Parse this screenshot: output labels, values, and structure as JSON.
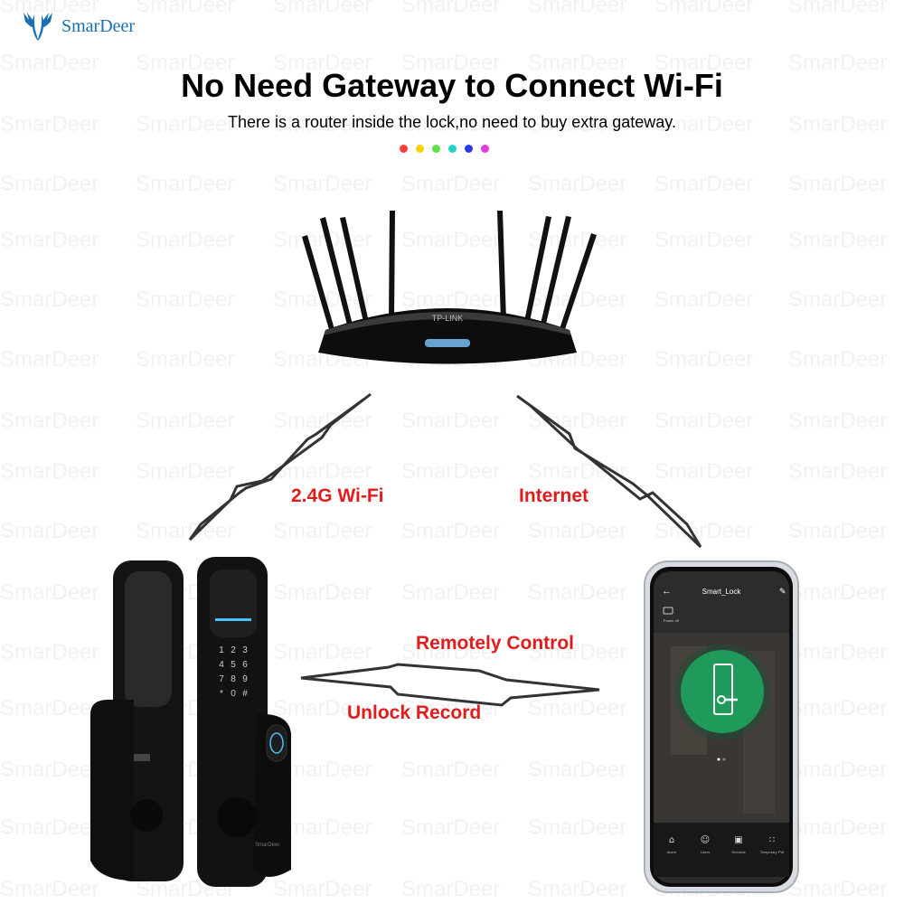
{
  "brand": {
    "name": "SmarDeer",
    "logo_icon": "deer-head-icon",
    "color": "#1a6fb3"
  },
  "watermark": "SmarDeer",
  "headline": "No Need Gateway to Connect Wi-Fi",
  "subline": "There is a router inside the lock,no need to buy extra gateway.",
  "decor_dots": [
    "#ff3b3b",
    "#ffd000",
    "#5ee04a",
    "#22d3c5",
    "#2a3ae0",
    "#e23be0"
  ],
  "links": {
    "wifi_label": "2.4G Wi-Fi",
    "internet_label": "Internet",
    "remote_label": "Remotely Control",
    "record_label": "Unlock Record",
    "label_color": "#e21c1c"
  },
  "phone": {
    "app_title": "Smart_Lock",
    "status_label": "Power off",
    "accent_color": "#1f9a5a",
    "nav": [
      {
        "label": "Alarm",
        "icon": "bell-icon"
      },
      {
        "label": "Users",
        "icon": "users-icon"
      },
      {
        "label": "Records",
        "icon": "calendar-icon"
      },
      {
        "label": "Temporary PW",
        "icon": "grid-icon"
      }
    ]
  },
  "router": {
    "brand_text": "TP-LINK"
  },
  "lock": {
    "keypad_keys": [
      "1",
      "2",
      "3",
      "4",
      "5",
      "6",
      "7",
      "8",
      "9",
      "*",
      "0",
      "#"
    ],
    "maker_text": "SmarDeer"
  }
}
